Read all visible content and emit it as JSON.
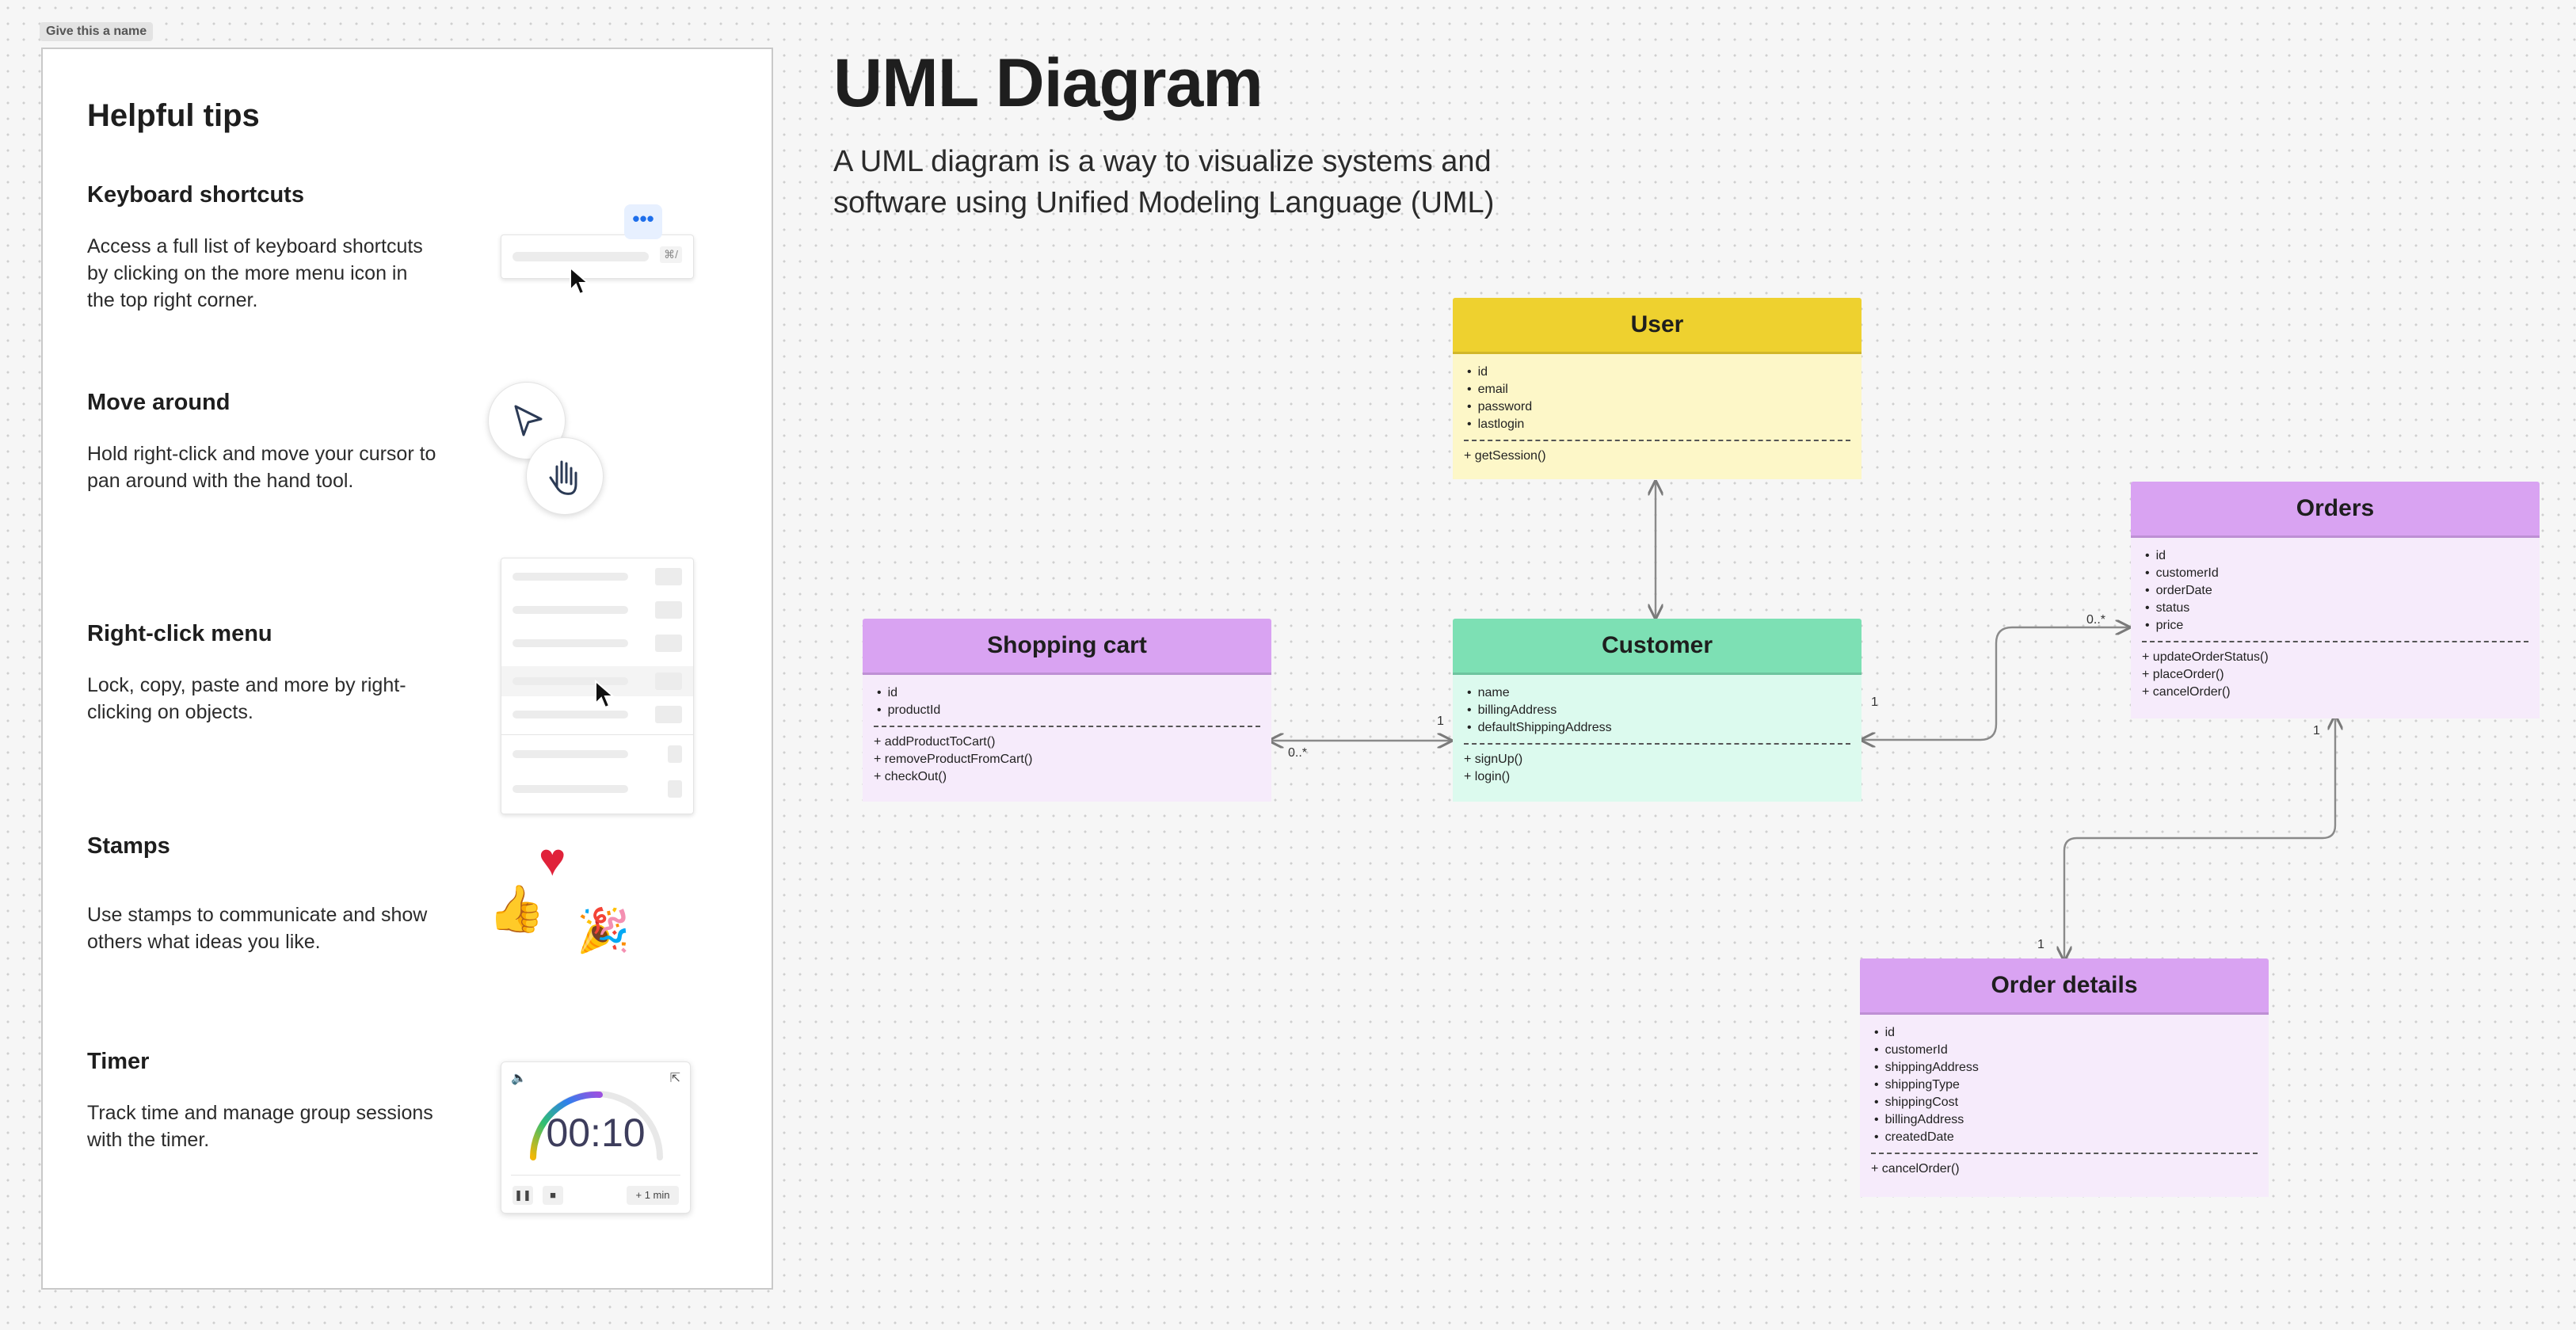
{
  "section_label": "Give this a name",
  "tips": {
    "title": "Helpful tips",
    "items": [
      {
        "heading": "Keyboard shortcuts",
        "text": "Access a full list of keyboard shortcuts by clicking on the more menu icon in the top right corner."
      },
      {
        "heading": "Move around",
        "text": "Hold right-click and move your cursor to pan around with the hand tool."
      },
      {
        "heading": "Right-click menu",
        "text": "Lock, copy, paste and more by right-clicking on objects."
      },
      {
        "heading": "Stamps",
        "text": "Use stamps to communicate and show others what ideas you like."
      },
      {
        "heading": "Timer",
        "text": "Track time and manage group sessions with the timer."
      }
    ],
    "shortcut_key": "⌘/",
    "more_menu_icon": "•••",
    "timer": {
      "time": "00:10",
      "add_label": "+ 1 min"
    }
  },
  "diagram": {
    "title": "UML Diagram",
    "description": "A UML diagram is a way to visualize systems and software using Unified Modeling Language (UML)",
    "classes": {
      "user": {
        "name": "User",
        "attributes": [
          "id",
          "email",
          "password",
          "lastlogin"
        ],
        "methods": [
          "+ getSession()"
        ],
        "head_color": "#eed12f",
        "body_color": "#fdf7c8"
      },
      "shopping_cart": {
        "name": "Shopping cart",
        "attributes": [
          "id",
          "productId"
        ],
        "methods": [
          "+ addProductToCart()",
          "+ removeProductFromCart()",
          "+ checkOut()"
        ],
        "head_color": "#d9a3f2",
        "body_color": "#f6ebfb"
      },
      "customer": {
        "name": "Customer",
        "attributes": [
          "name",
          "billingAddress",
          "defaultShippingAddress"
        ],
        "methods": [
          "+ signUp()",
          "+ login()"
        ],
        "head_color": "#7de0b4",
        "body_color": "#dcfaee"
      },
      "orders": {
        "name": "Orders",
        "attributes": [
          "id",
          "customerId",
          "orderDate",
          "status",
          "price"
        ],
        "methods": [
          "+ updateOrderStatus()",
          "+ placeOrder()",
          "+ cancelOrder()"
        ],
        "head_color": "#d9a3f2",
        "body_color": "#f6ebfb"
      },
      "order_details": {
        "name": "Order details",
        "attributes": [
          "id",
          "customerId",
          "shippingAddress",
          "shippingType",
          "shippingCost",
          "billingAddress",
          "createdDate"
        ],
        "methods": [
          "+ cancelOrder()"
        ],
        "head_color": "#d9a3f2",
        "body_color": "#f6ebfb"
      }
    },
    "multiplicities": {
      "cart_many": "0..*",
      "cart_customer_one": "1",
      "customer_orders_one": "1",
      "orders_many": "0..*",
      "orders_details_one": "1",
      "details_one": "1"
    }
  }
}
